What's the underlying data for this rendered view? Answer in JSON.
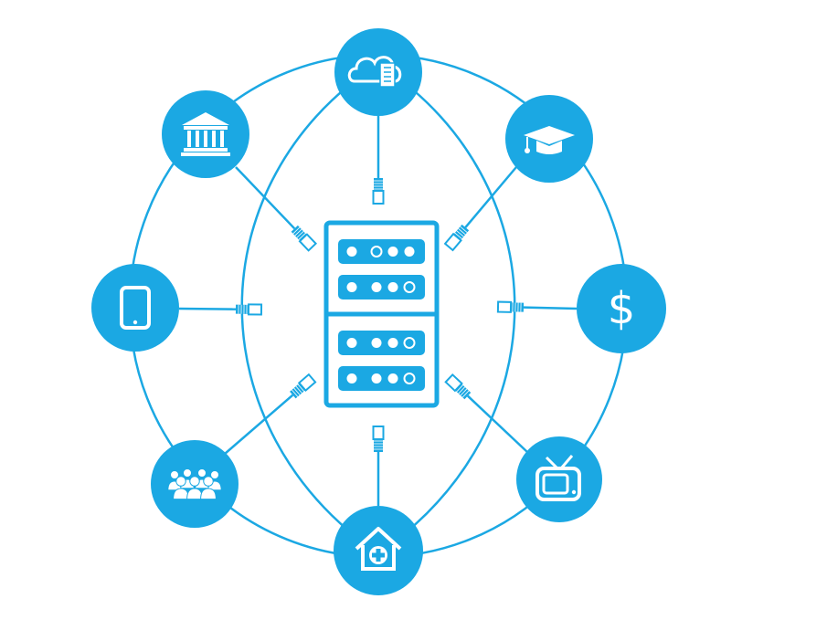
{
  "colors": {
    "accent": "#1ba8e3",
    "background": "#ffffff",
    "icon_fill": "#ffffff"
  },
  "diagram": {
    "hub": {
      "icon": "server-rack-icon",
      "units": 4
    },
    "nodes": [
      {
        "id": "cloud",
        "icon": "cloud-server-icon"
      },
      {
        "id": "education",
        "icon": "graduation-cap-icon"
      },
      {
        "id": "finance",
        "icon": "dollar-icon",
        "glyph": "$"
      },
      {
        "id": "media",
        "icon": "tv-icon"
      },
      {
        "id": "healthcare",
        "icon": "medical-house-icon"
      },
      {
        "id": "community",
        "icon": "people-group-icon"
      },
      {
        "id": "mobile",
        "icon": "tablet-icon"
      },
      {
        "id": "government",
        "icon": "bank-building-icon"
      }
    ]
  }
}
